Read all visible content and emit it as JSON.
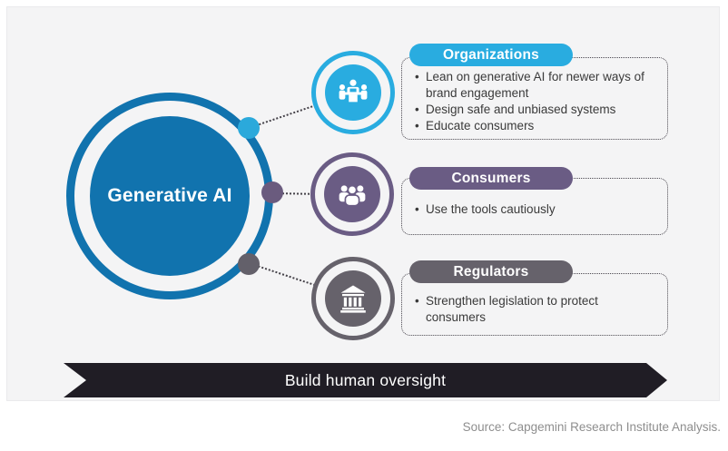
{
  "center": {
    "label": "Generative AI"
  },
  "branches": [
    {
      "title": "Organizations",
      "icon": "meeting-icon",
      "color": "#29ACE0",
      "bullets": [
        "Lean on generative AI for newer ways of brand engagement",
        "Design safe and unbiased systems",
        "Educate consumers"
      ]
    },
    {
      "title": "Consumers",
      "icon": "users-icon",
      "color": "#6A5C84",
      "bullets": [
        "Use the tools cautiously"
      ]
    },
    {
      "title": "Regulators",
      "icon": "bank-icon",
      "color": "#66626B",
      "bullets": [
        "Strengthen legislation to protect consumers"
      ]
    }
  ],
  "banner": {
    "label": "Build human oversight"
  },
  "footer": {
    "source": "Source: Capgemini Research Institute Analysis."
  },
  "colors": {
    "center_blue": "#1173AE",
    "organizations_cyan": "#29ACE0",
    "consumers_purple": "#6A5C84",
    "regulators_gray": "#66626B",
    "banner_dark": "#201D25",
    "panel_background": "#F4F4F5",
    "body_text": "#3A3A3A",
    "source_text": "#8E8E8E"
  }
}
